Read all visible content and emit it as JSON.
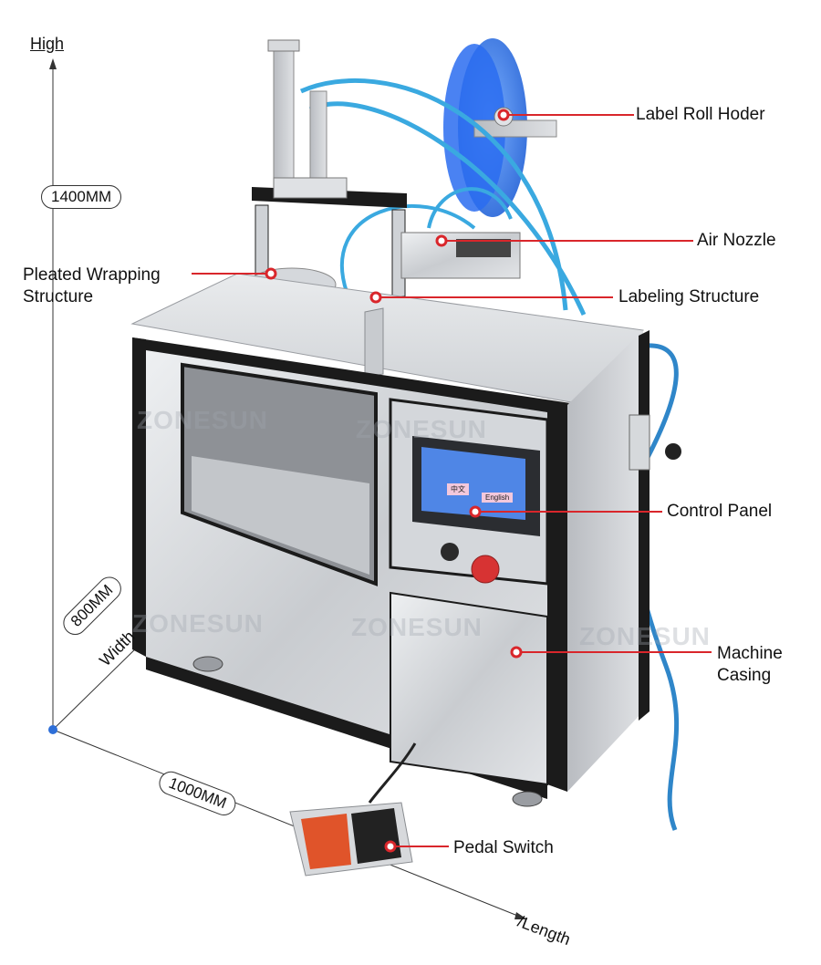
{
  "axes": {
    "high": "High",
    "length": "/Length",
    "height_dim": "1400MM",
    "width_dim": "800MM",
    "width_label": "Width",
    "length_dim": "1000MM"
  },
  "callouts": {
    "label_roll": "Label Roll Hoder",
    "air_nozzle": "Air Nozzle",
    "pleated_line1": "Pleated Wrapping",
    "pleated_line2": "Structure",
    "labeling": "Labeling Structure",
    "control_panel": "Control Panel",
    "casing_line1": "Machine",
    "casing_line2": "Casing",
    "pedal": "Pedal Switch"
  },
  "screen": {
    "btn_cn": "中文",
    "btn_en": "English"
  },
  "watermark": "ZONESUN",
  "colors": {
    "callout_line": "#d9262b",
    "axis_dot": "#2e6fd8",
    "tube": "#3aa9e0",
    "screen": "#4f86e6",
    "steel": "#cfd2d6",
    "frame": "#1b1b1b"
  }
}
